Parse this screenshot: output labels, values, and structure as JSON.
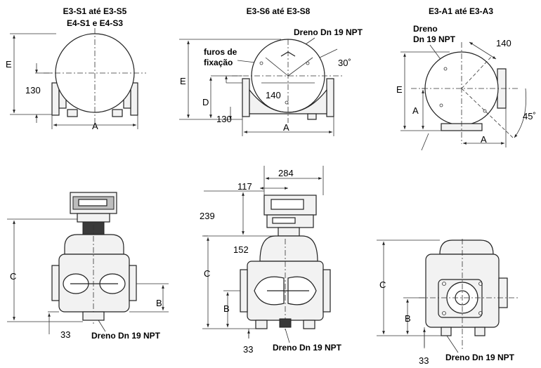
{
  "views": {
    "e3_s1": {
      "title_line1": "E3-S1 até E3-S5",
      "title_line2": "E4-S1 e E4-S3",
      "dim_e": "E",
      "dim_130": "130",
      "dim_a": "A"
    },
    "e3_s6": {
      "title": "E3-S6 até E3-S8",
      "drain": "Dreno Dn 19 NPT",
      "holes_line1": "furos de",
      "holes_line2": "fixação",
      "angle": "30˚",
      "dim_e": "E",
      "dim_d": "D",
      "dim_140": "140",
      "dim_130": "130",
      "dim_a": "A"
    },
    "e3_a1": {
      "title": "E3-A1 até E3-A3",
      "drain_line1": "Dreno",
      "drain_line2": "Dn 19 NPT",
      "dim_140": "140",
      "dim_e": "E",
      "dim_a_vert": "A",
      "dim_a_horiz": "A",
      "angle": "45˚"
    },
    "side_left": {
      "dim_c": "C",
      "dim_b": "B",
      "dim_33": "33",
      "drain": "Dreno Dn 19 NPT"
    },
    "side_middle": {
      "dim_284": "284",
      "dim_117": "117",
      "dim_239": "239",
      "dim_152": "152",
      "dim_c": "C",
      "dim_b": "B",
      "dim_33": "33",
      "drain": "Dreno Dn 19 NPT"
    },
    "side_right": {
      "dim_c": "C",
      "dim_b": "B",
      "dim_33": "33",
      "drain": "Dreno Dn 19 NPT"
    }
  },
  "colors": {
    "line": "#222222",
    "body": "#f2f2f2",
    "dark": "#3a3a3a"
  }
}
